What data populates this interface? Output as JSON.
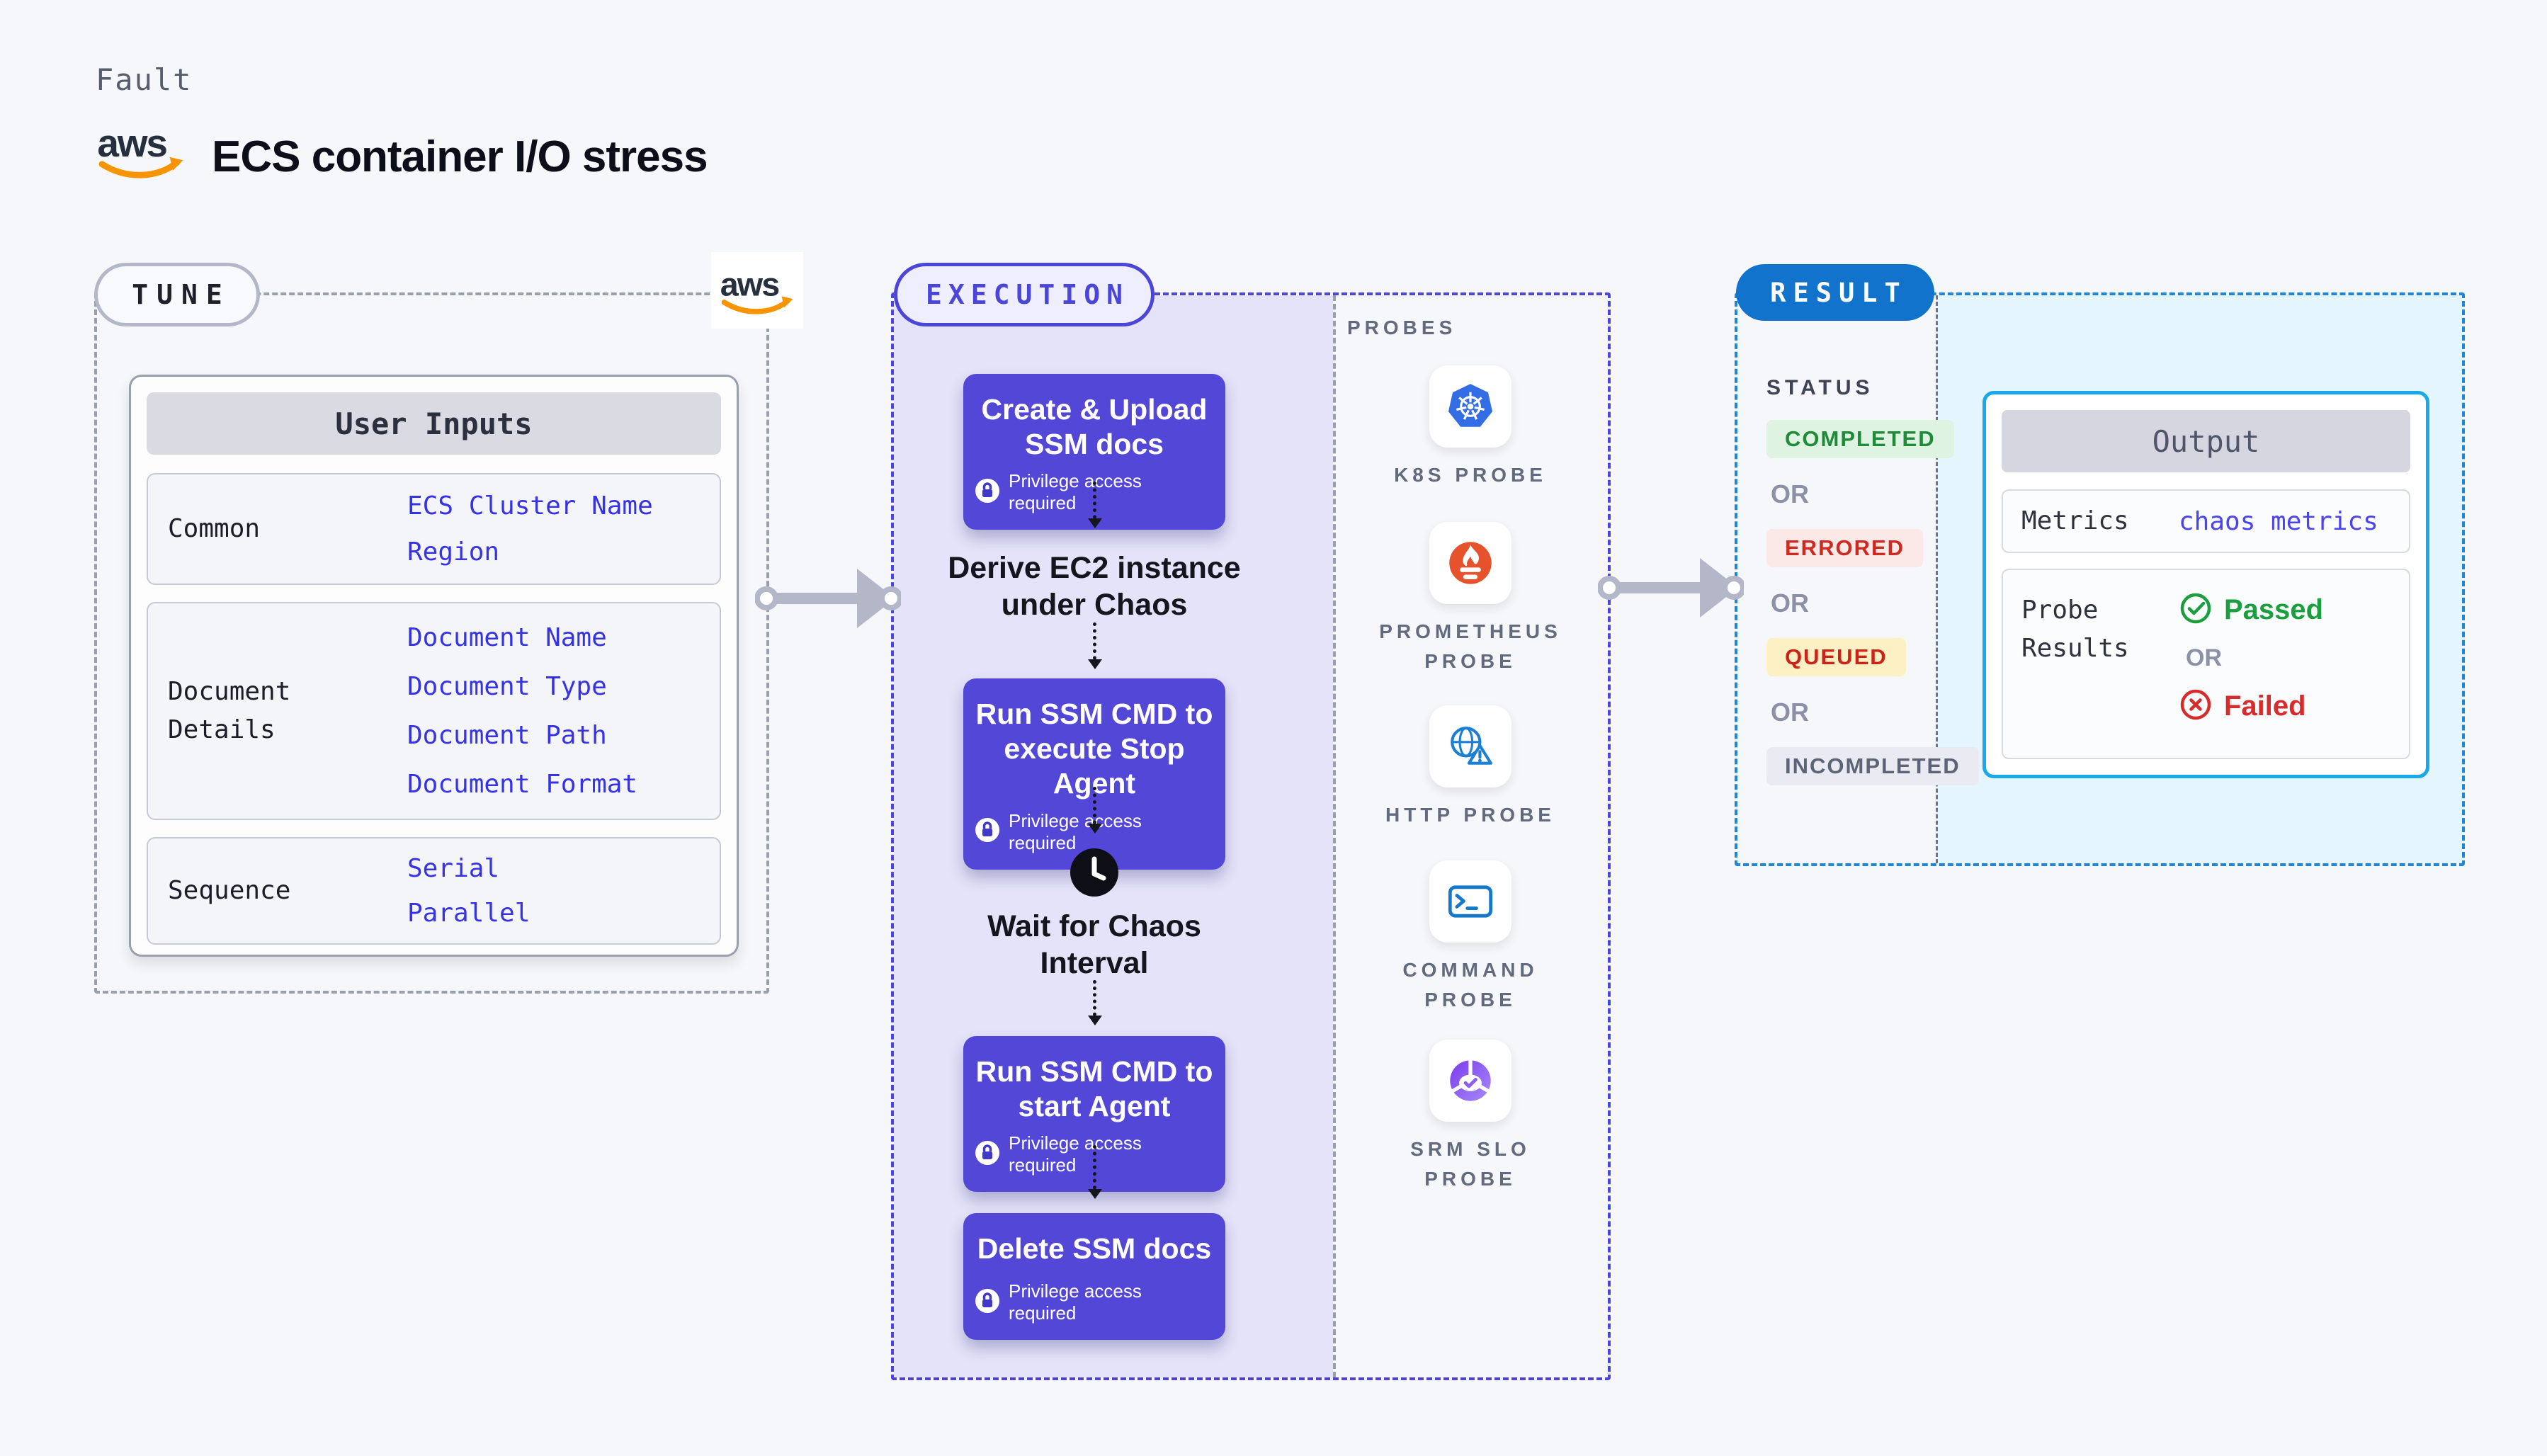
{
  "header": {
    "fault_label": "Fault",
    "title": "ECS container I/O stress",
    "aws": "aws"
  },
  "tune": {
    "label": "TUNE",
    "card_title": "User Inputs",
    "groups": [
      {
        "label": "Common",
        "links": [
          "ECS Cluster Name",
          "Region"
        ]
      },
      {
        "label": "Document Details",
        "links": [
          "Document Name",
          "Document Type",
          "Document Path",
          "Document Format"
        ]
      },
      {
        "label": "Sequence",
        "links": [
          "Serial",
          "Parallel"
        ]
      }
    ]
  },
  "execution": {
    "label": "EXECUTION",
    "privilege_note": "Privilege access required",
    "steps": [
      {
        "type": "node",
        "title": "Create & Upload SSM docs"
      },
      {
        "type": "text",
        "title": "Derive EC2 instance under Chaos"
      },
      {
        "type": "node",
        "title": "Run SSM CMD to execute Stop Agent"
      },
      {
        "type": "wait",
        "title": "Wait for Chaos Interval"
      },
      {
        "type": "node",
        "title": "Run SSM CMD to start Agent"
      },
      {
        "type": "node",
        "title": "Delete SSM docs"
      }
    ]
  },
  "probes": {
    "label": "PROBES",
    "items": [
      {
        "label": "K8S PROBE",
        "icon": "kubernetes-icon"
      },
      {
        "label": "PROMETHEUS PROBE",
        "icon": "prometheus-icon"
      },
      {
        "label": "HTTP PROBE",
        "icon": "globe-alert-icon"
      },
      {
        "label": "COMMAND PROBE",
        "icon": "terminal-icon"
      },
      {
        "label": "SRM SLO PROBE",
        "icon": "slo-donut-icon"
      }
    ]
  },
  "result": {
    "label": "RESULT",
    "status_label": "STATUS",
    "or_label": "OR",
    "statuses": [
      {
        "text": "COMPLETED",
        "type": "completed"
      },
      {
        "text": "ERRORED",
        "type": "errored"
      },
      {
        "text": "QUEUED",
        "type": "queued"
      },
      {
        "text": "INCOMPLETED",
        "type": "incompleted"
      }
    ],
    "output": {
      "title": "Output",
      "metrics_label": "Metrics",
      "metrics_link": "chaos metrics",
      "probe_results_label": "Probe Results",
      "passed_label": "Passed",
      "failed_label": "Failed"
    }
  },
  "colors": {
    "page_bg": "#f6f7fa",
    "node_blue": "#5347d8",
    "execution_indigo": "#4b46d8",
    "execution_panel": "#e4e3f9",
    "link_indigo": "#3632e8",
    "result_blue": "#1273cc",
    "result_dash_blue": "#1d86d8",
    "output_border_cyan": "#19a9e9",
    "result_panel_cyan": "#e4f5fd",
    "chaos_pink": "#fb5a8e",
    "aws_orange": "#f79400",
    "completed_green": "#1f8b38",
    "errored_red": "#cd2a21",
    "queued_yellow_bg": "#fcf0c4",
    "passed_green": "#1b9e3d",
    "failed_red": "#d62c2c",
    "kubernetes_blue": "#326de6",
    "prometheus_orange": "#e6522c",
    "http_blue": "#1b7fd4",
    "srm_purple": "#8b5cf6"
  }
}
